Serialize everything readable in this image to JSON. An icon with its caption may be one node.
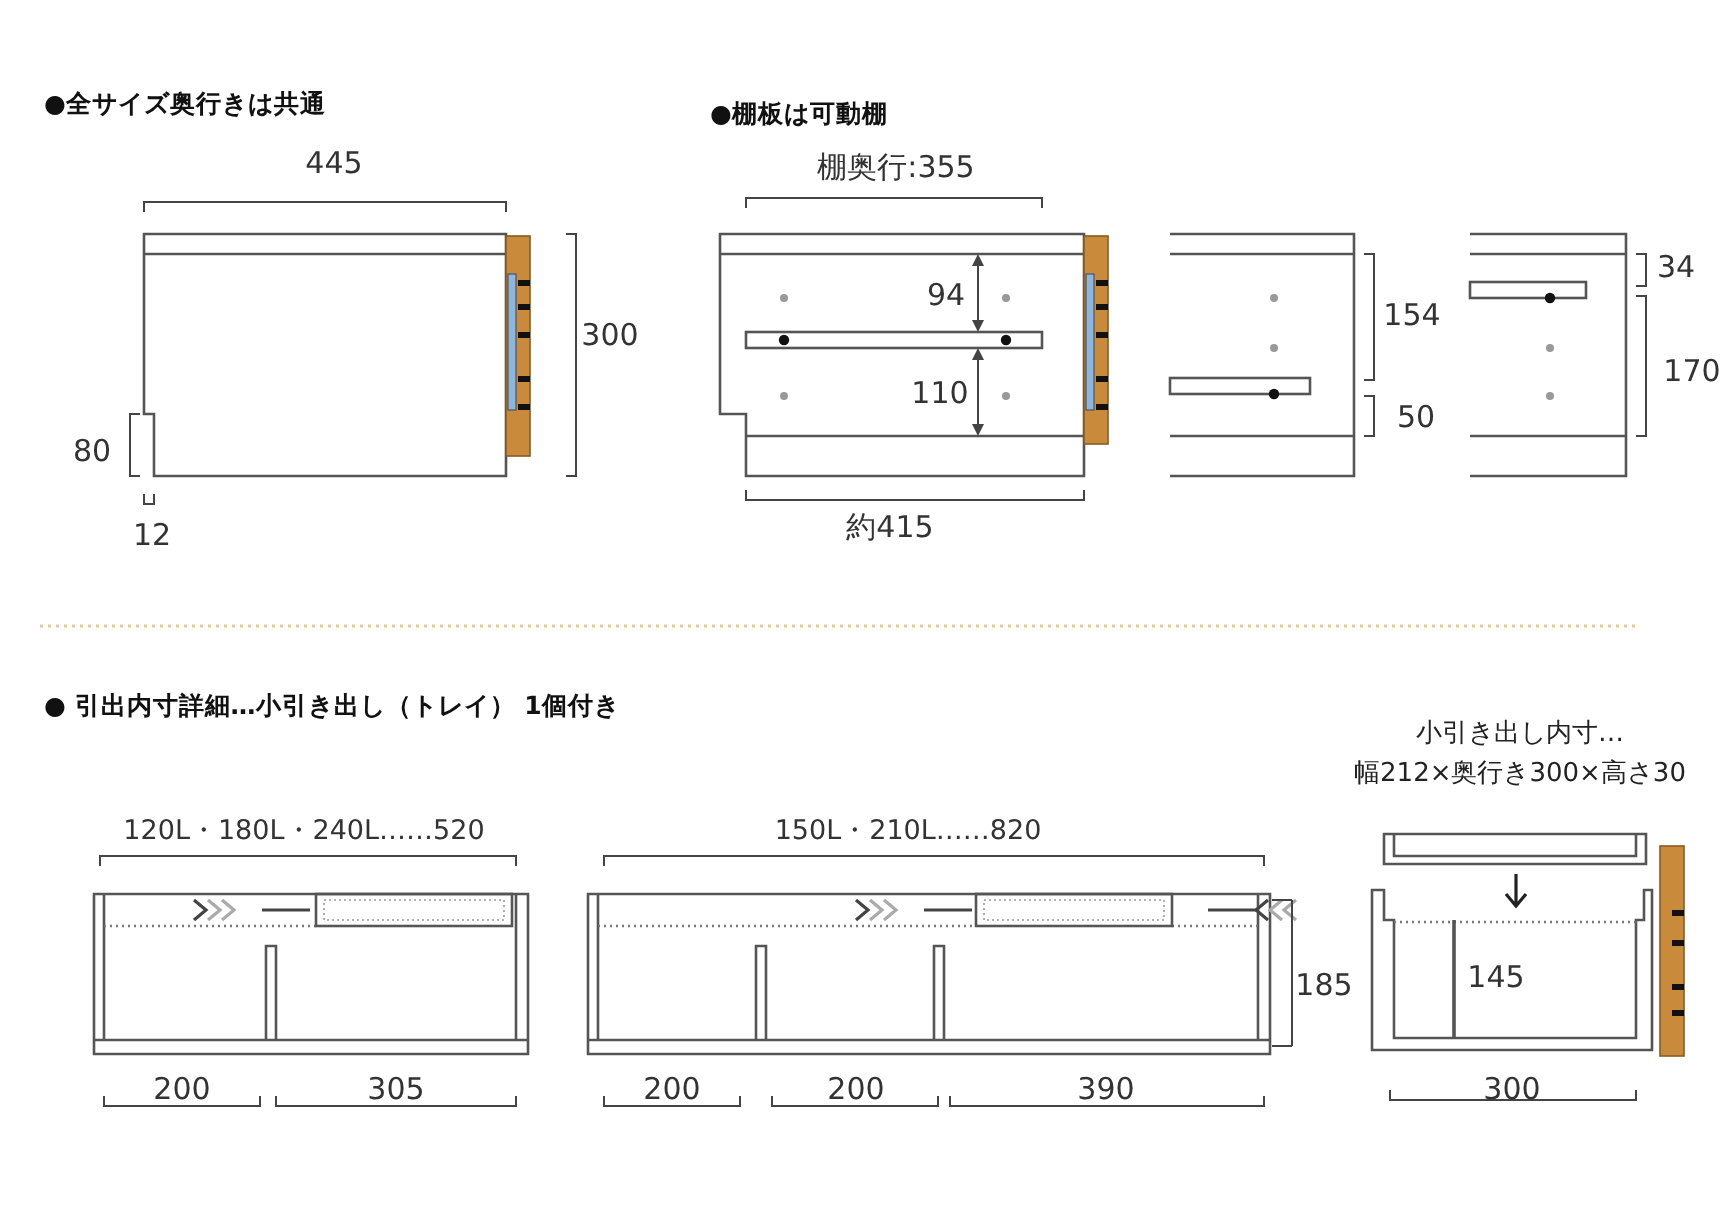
{
  "diagram": {
    "labels": [
      "●全サイズ奥行きは共通",
      "●棚板は可動棚",
      "445",
      "棚奥行:355",
      "94",
      "154",
      "34",
      "300",
      "170",
      "110",
      "50",
      "80",
      "12",
      "約415",
      "● 引出内寸詳細…小引き出し（トレイ） 1個付き",
      "小引き出し内寸…",
      "幅212×奥行き300×高さ30",
      "120L・180L・240L……520",
      "150L・210L……820",
      "185",
      "145",
      "200",
      "305",
      "200",
      "200",
      "390",
      "300"
    ]
  }
}
